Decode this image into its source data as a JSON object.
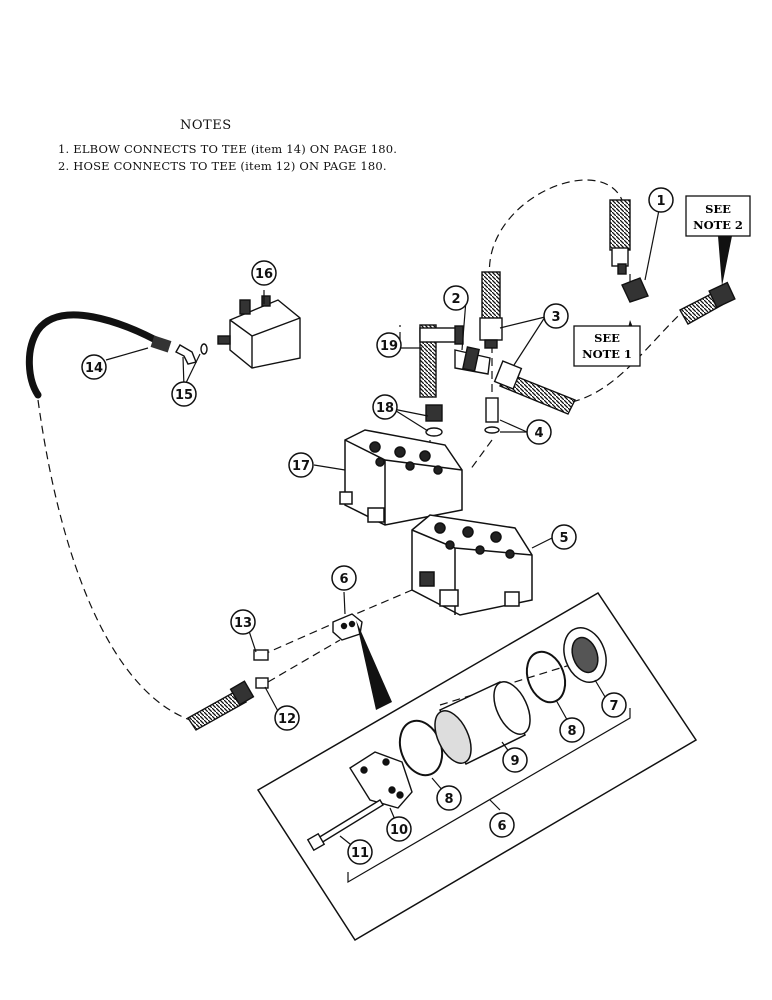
{
  "notes": {
    "title": "NOTES",
    "items": [
      "1. ELBOW CONNECTS TO TEE (item 14) ON PAGE 180.",
      "2. HOSE CONNECTS TO TEE (item 12) ON PAGE 180."
    ]
  },
  "callouts": {
    "c1": "1",
    "c2": "2",
    "c3": "3",
    "c4": "4",
    "c5": "5",
    "c6a": "6",
    "c6b": "6",
    "c7": "7",
    "c8a": "8",
    "c8b": "8",
    "c9": "9",
    "c10": "10",
    "c11": "11",
    "c12": "12",
    "c13": "13",
    "c14": "14",
    "c15": "15",
    "c16": "16",
    "c17": "17",
    "c18": "18",
    "c19": "19"
  },
  "boxes": {
    "note1": {
      "line1": "SEE",
      "line2": "NOTE 1"
    },
    "note2": {
      "line1": "SEE",
      "line2": "NOTE 2"
    }
  },
  "colors": {
    "ink": "#111111",
    "paper": "#ffffff",
    "shade": "#555555"
  }
}
